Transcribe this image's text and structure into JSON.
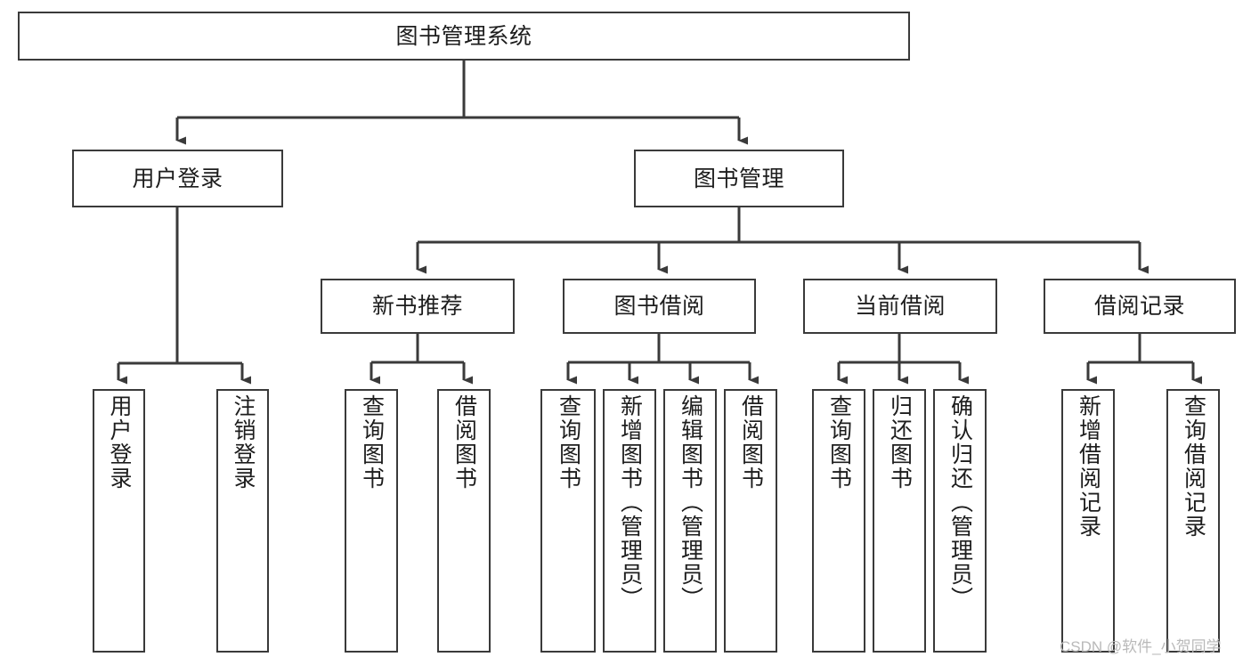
{
  "diagram": {
    "type": "tree-hierarchy",
    "title": "图书管理系统",
    "orientation": "top-down",
    "colors": {
      "box_border": "#3a3a3a",
      "box_fill": "#ffffff",
      "edge": "#3a3a3a",
      "text": "#1d1d1d",
      "watermark": "#b9b9b9",
      "background": "#ffffff"
    },
    "root": {
      "label": "图书管理系统"
    },
    "level2": [
      {
        "id": "user-login",
        "label": "用户登录"
      },
      {
        "id": "book-manage",
        "label": "图书管理"
      }
    ],
    "level3": [
      {
        "id": "new-book-recommend",
        "label": "新书推荐"
      },
      {
        "id": "book-borrow",
        "label": "图书借阅"
      },
      {
        "id": "current-borrow",
        "label": "当前借阅"
      },
      {
        "id": "borrow-record",
        "label": "借阅记录"
      }
    ],
    "leaves": {
      "user_login": [
        {
          "id": "leaf-user-login",
          "label": "用户登录"
        },
        {
          "id": "leaf-logout-login",
          "label": "注销登录"
        }
      ],
      "new_book_recommend": [
        {
          "id": "leaf-query-book-1",
          "label": "查询图书"
        },
        {
          "id": "leaf-borrow-book-1",
          "label": "借阅图书"
        }
      ],
      "book_borrow": [
        {
          "id": "leaf-query-book-2",
          "label": "查询图书"
        },
        {
          "id": "leaf-add-book",
          "label": "新增图书（管理员）"
        },
        {
          "id": "leaf-edit-book",
          "label": "编辑图书（管理员）"
        },
        {
          "id": "leaf-borrow-book-2",
          "label": "借阅图书"
        }
      ],
      "current_borrow": [
        {
          "id": "leaf-query-book-3",
          "label": "查询图书"
        },
        {
          "id": "leaf-return-book",
          "label": "归还图书"
        },
        {
          "id": "leaf-confirm-return",
          "label": "确认归还（管理员）"
        }
      ],
      "borrow_record": [
        {
          "id": "leaf-add-record",
          "label": "新增借阅记录"
        },
        {
          "id": "leaf-query-record",
          "label": "查询借阅记录"
        }
      ]
    },
    "watermark": "CSDN @软件_小贺同学"
  }
}
